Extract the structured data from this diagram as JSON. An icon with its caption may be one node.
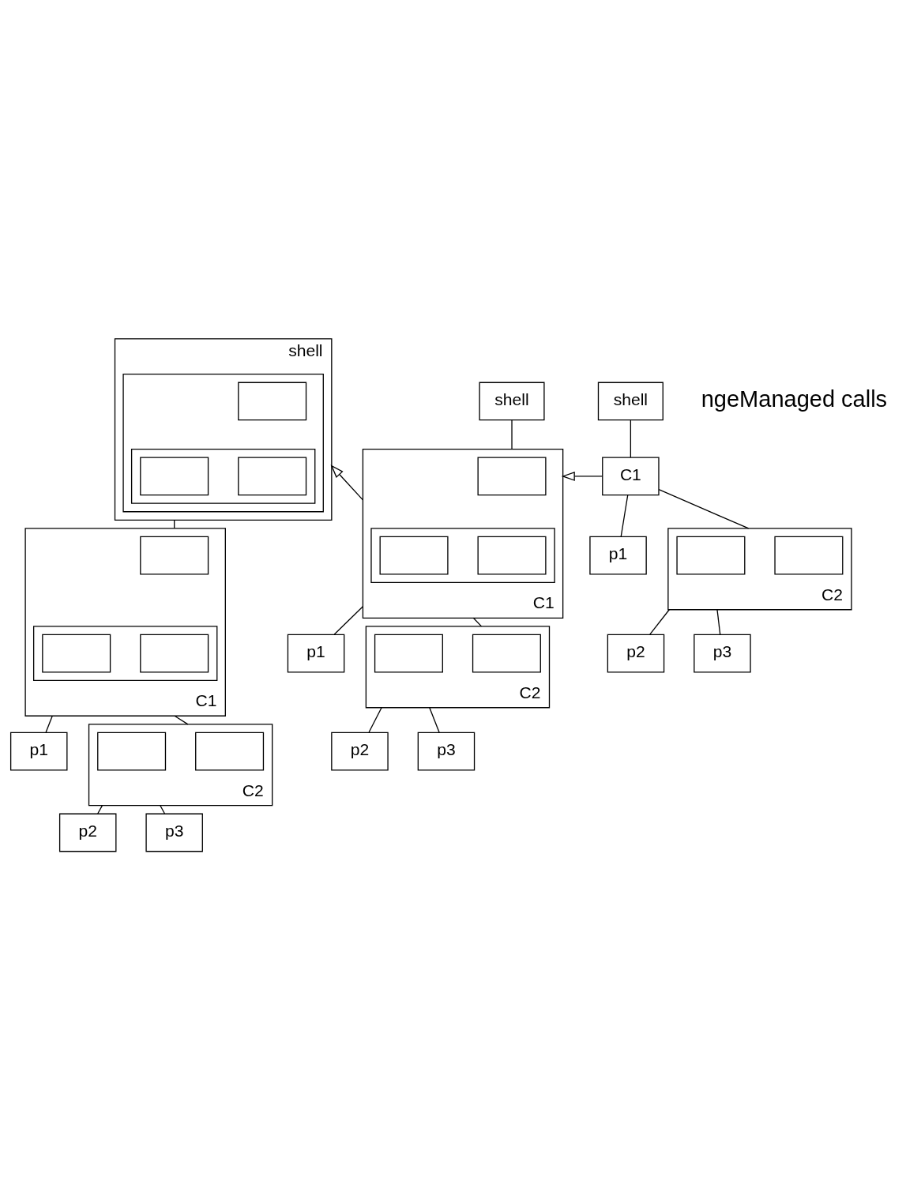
{
  "diagram": {
    "nodes": [
      {
        "text": [
          "shell"
        ]
      },
      {
        "text": [],
        "shape": "box",
        "in": 0
      },
      {
        "text": [],
        "shape": "box",
        "in": 1
      },
      {
        "text": [],
        "shape": "box",
        "in": 1
      },
      {
        "text": [],
        "shape": "box",
        "in": 3
      },
      {
        "text": [],
        "shape": "box",
        "in": 3
      },
      {
        "text": [
          "C1"
        ]
      },
      {
        "text": [],
        "shape": "box",
        "in": 6
      },
      {
        "text": [],
        "shape": "box",
        "in": 6
      },
      {
        "text": [],
        "shape": "box",
        "in": 8
      },
      {
        "text": [],
        "shape": "box",
        "in": 8
      },
      {
        "text": [
          "p1"
        ]
      },
      {
        "text": [
          "C2"
        ]
      },
      {
        "text": [],
        "shape": "box",
        "in": 12
      },
      {
        "text": [],
        "shape": "box",
        "in": 12
      },
      {
        "text": [
          "p2"
        ]
      },
      {
        "text": [
          "p3"
        ]
      },
      {
        "text": [
          "shell"
        ]
      },
      {
        "text": [
          "C1"
        ]
      },
      {
        "text": [],
        "shape": "box",
        "in": 18
      },
      {
        "text": [],
        "shape": "box",
        "in": 18
      },
      {
        "text": [],
        "shape": "box",
        "in": 20
      },
      {
        "text": [],
        "shape": "box",
        "in": 20
      },
      {
        "text": [
          "p1"
        ]
      },
      {
        "text": [
          "C2"
        ]
      },
      {
        "text": [],
        "shape": "box",
        "in": 24
      },
      {
        "text": [],
        "shape": "box",
        "in": 24
      },
      {
        "text": [
          "p2"
        ]
      },
      {
        "text": [
          "p3"
        ]
      },
      {
        "text": [
          "shell"
        ]
      },
      {
        "text": [
          "C1"
        ]
      },
      {
        "text": [
          "p1"
        ]
      },
      {
        "text": [
          "C2"
        ]
      },
      {
        "text": [],
        "shape": "box",
        "in": 32
      },
      {
        "text": [],
        "shape": "box",
        "in": 32
      },
      {
        "text": [
          "p2"
        ]
      },
      {
        "text": [
          "p3"
        ]
      }
    ],
    "edges": [
      {
        "from": 0,
        "to": 6,
        "arrow": "none"
      },
      {
        "from": 6,
        "to": 11,
        "arrow": "none"
      },
      {
        "from": 6,
        "to": 12,
        "arrow": "none"
      },
      {
        "from": 12,
        "to": 15,
        "arrow": "none"
      },
      {
        "from": 12,
        "to": 16,
        "arrow": "none"
      },
      {
        "from": 17,
        "to": 18,
        "arrow": "none"
      },
      {
        "from": 18,
        "to": 23,
        "arrow": "none"
      },
      {
        "from": 18,
        "to": 24,
        "arrow": "none"
      },
      {
        "from": 24,
        "to": 27,
        "arrow": "none"
      },
      {
        "from": 24,
        "to": 28,
        "arrow": "none"
      },
      {
        "from": 29,
        "to": 30,
        "arrow": "none"
      },
      {
        "from": 30,
        "to": 31,
        "arrow": "none"
      },
      {
        "from": 30,
        "to": 32,
        "arrow": "none"
      },
      {
        "from": 32,
        "to": 35,
        "arrow": "none"
      },
      {
        "from": 32,
        "to": 36,
        "arrow": "none"
      },
      {
        "from": 18,
        "to": 0,
        "arrow": "to"
      },
      {
        "from": 30,
        "to": 18,
        "arrow": "to"
      }
    ],
    "labels": [
      "ngeManaged calls"
    ]
  }
}
